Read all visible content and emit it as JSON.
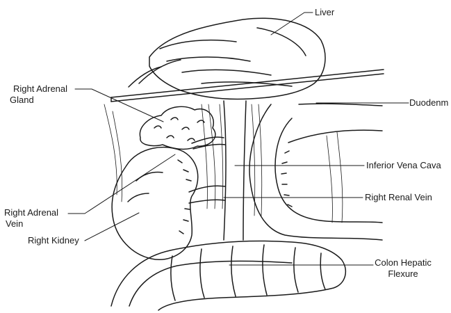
{
  "figure": {
    "labels": {
      "liver": "Liver",
      "duodenum": "Duodenm",
      "right_adrenal_gland": [
        "Right Adrenal",
        "Gland"
      ],
      "inferior_vena_cava": "Inferior Vena Cava",
      "right_renal_vein": "Right Renal Vein",
      "right_adrenal_vein": [
        "Right Adrenal",
        "Vein"
      ],
      "right_kidney": "Right Kidney",
      "colon_hepatic_flexure": [
        "Colon Hepatic",
        "Flexure"
      ]
    },
    "colors": {
      "ink": "#1a1a1a",
      "background": "#ffffff"
    }
  }
}
